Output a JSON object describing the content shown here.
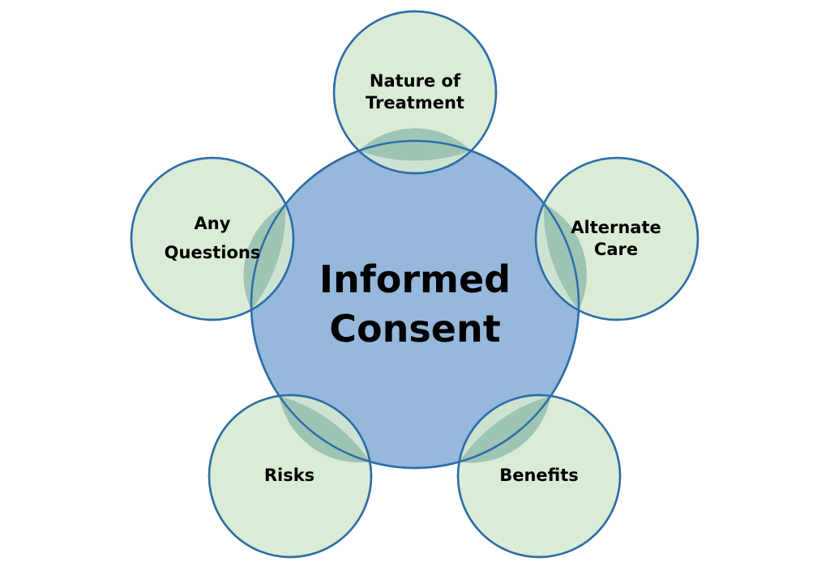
{
  "center": {
    "line1": "Informed",
    "line2": "Consent"
  },
  "satellites": {
    "nature": {
      "line1": "Nature of",
      "line2": "Treatment"
    },
    "alternate": {
      "line1": "Alternate",
      "line2": "Care"
    },
    "benefits": {
      "line1": "Benefits"
    },
    "risks": {
      "line1": "Risks"
    },
    "questions": {
      "line1": "Any",
      "line2": "Questions"
    }
  },
  "colors": {
    "center_fill": "#95b8db",
    "satellite_fill": "#d5e8d0",
    "overlap_fill": "#9ec4b4",
    "outline": "#2e6da8"
  }
}
